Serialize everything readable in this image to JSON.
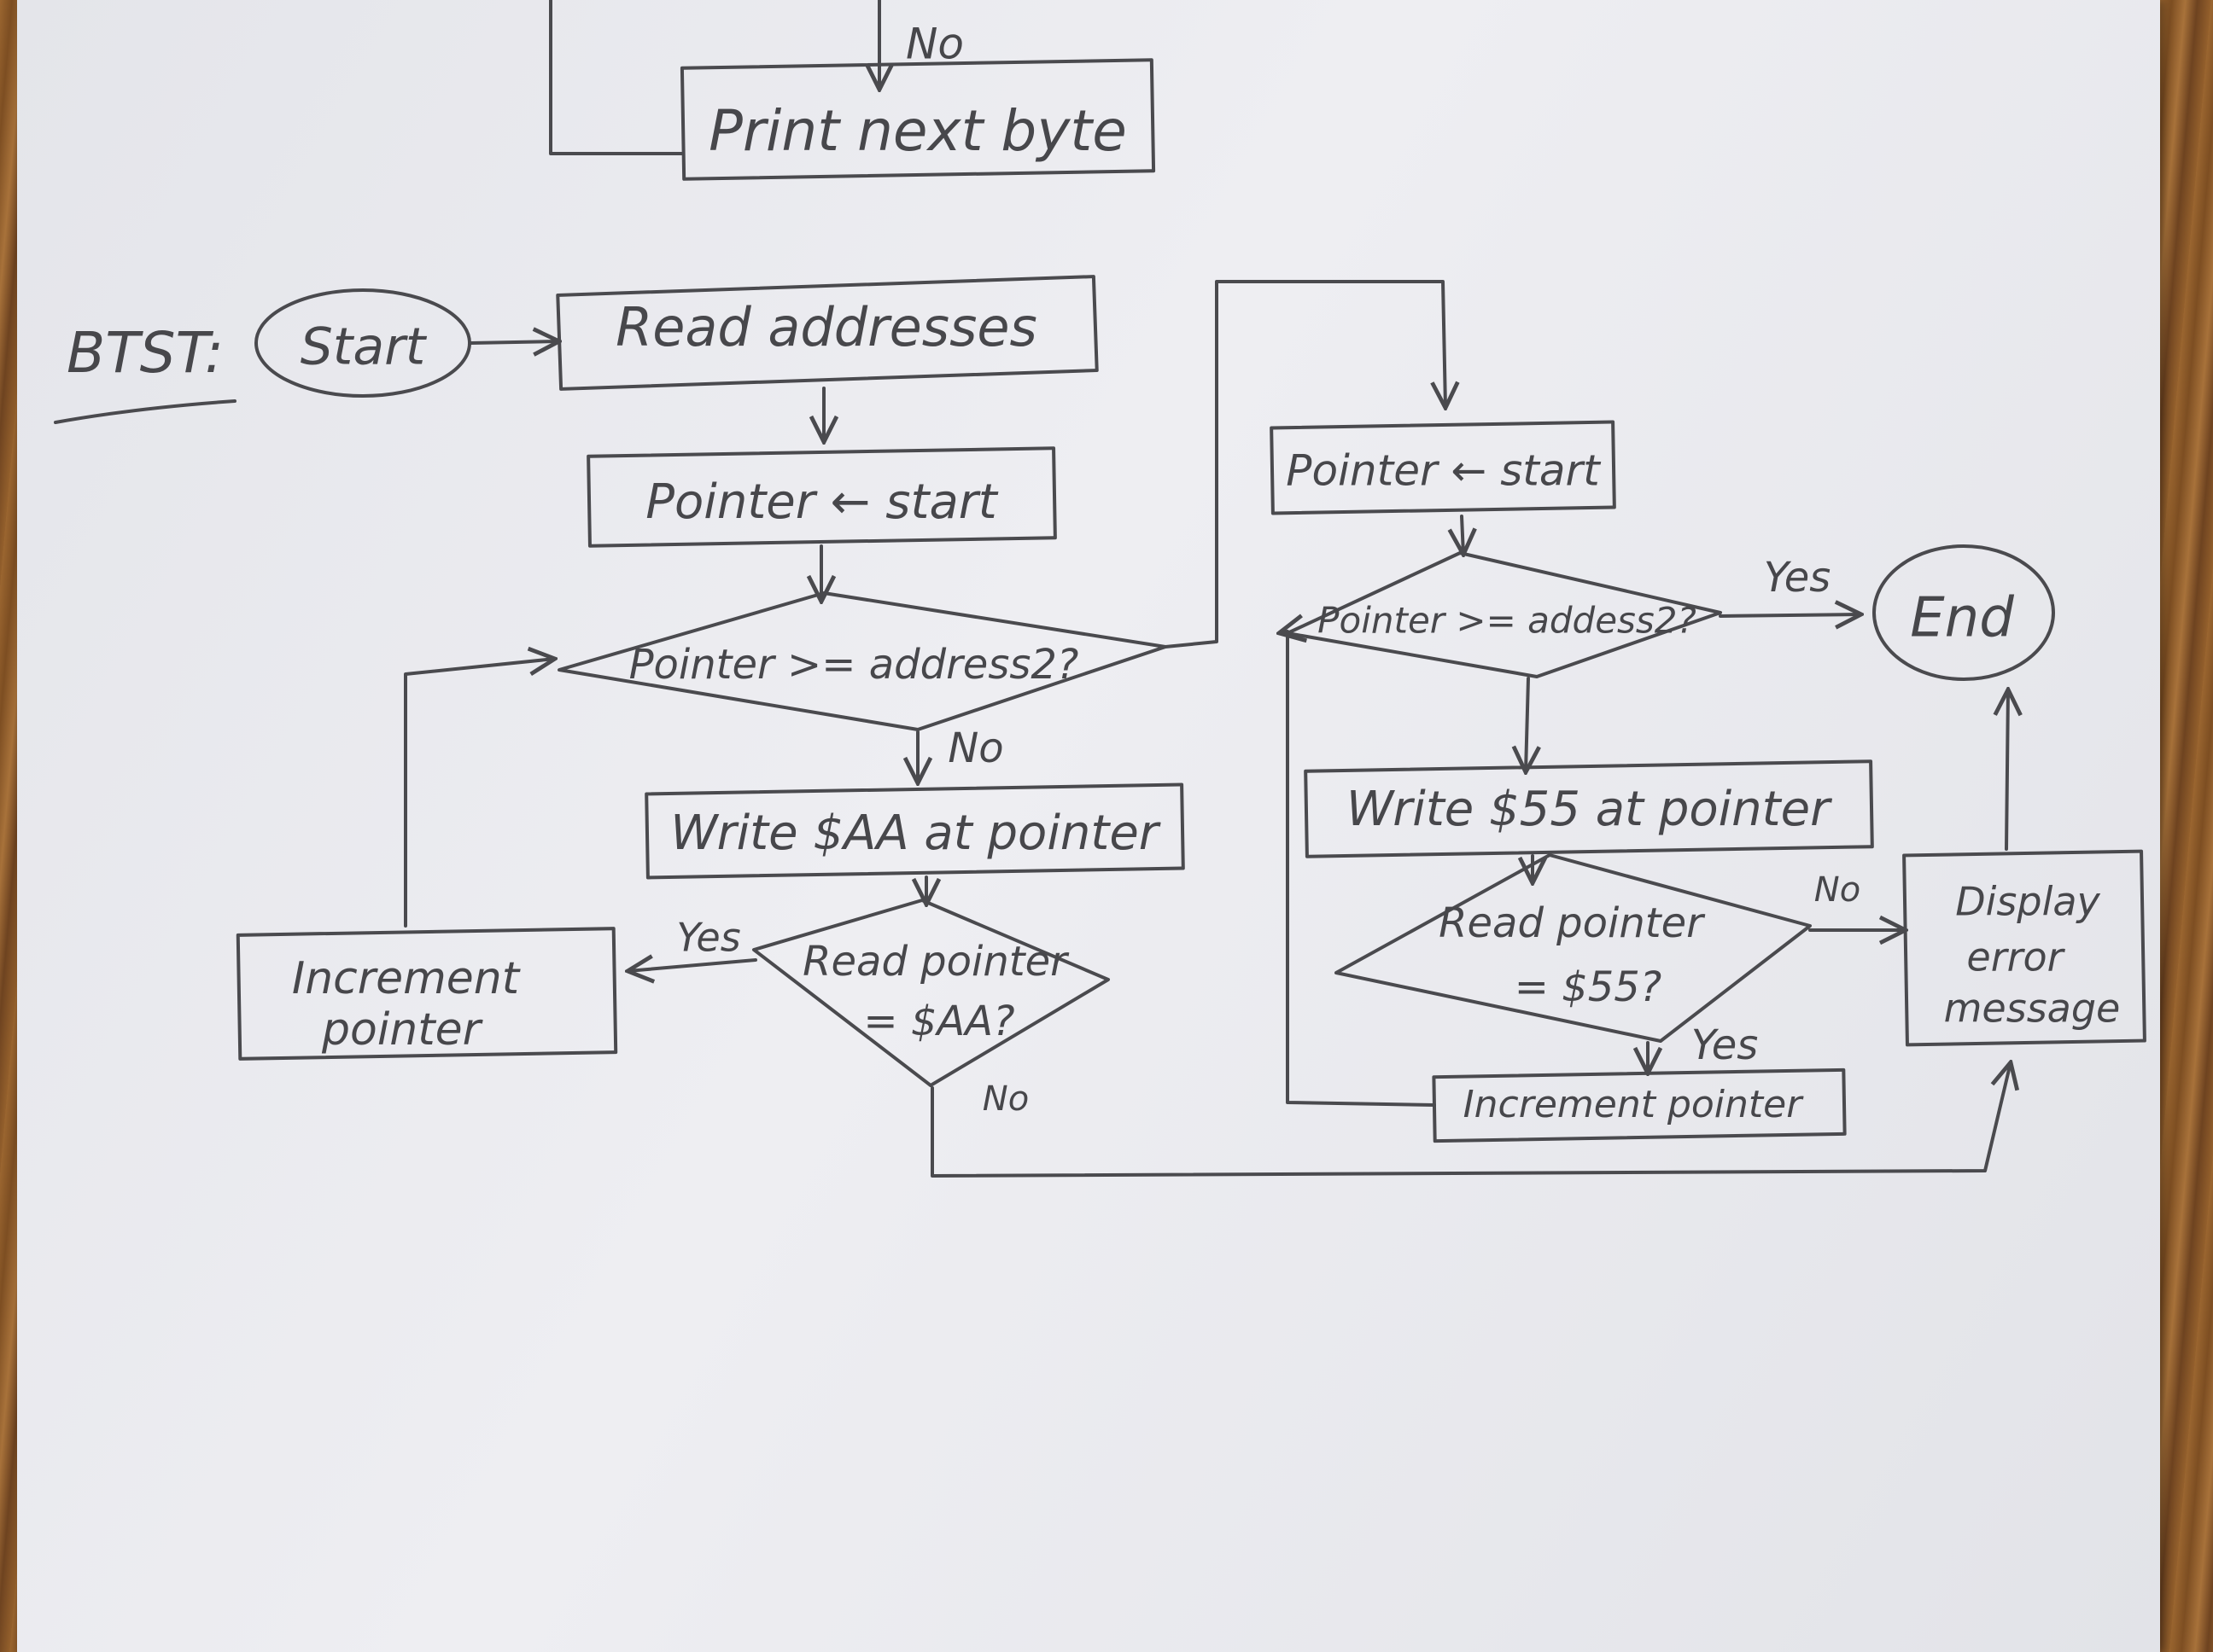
{
  "title": "BTST:",
  "nodes": {
    "print_next_byte": "Print next byte",
    "start": "Start",
    "read_addresses": "Read addresses",
    "pointer_start_1": "Pointer ← start",
    "cmp_1": "Pointer >= address2?",
    "write_aa": "Write $AA at pointer",
    "read_aa_l1": "Read pointer",
    "read_aa_l2": "= $AA?",
    "increment_1_l1": "Increment",
    "increment_1_l2": "pointer",
    "pointer_start_2": "Pointer ← start",
    "cmp_2": "Pointer >= addess2?",
    "end": "End",
    "write_55": "Write $55 at pointer",
    "read_55_l1": "Read pointer",
    "read_55_l2": "= $55?",
    "increment_2": "Increment pointer",
    "error_l1": "Display",
    "error_l2": "error",
    "error_l3": "message"
  },
  "edge_labels": {
    "no_top": "No",
    "no_cmp1": "No",
    "yes_readaa": "Yes",
    "no_readaa": "No",
    "yes_cmp2": "Yes",
    "no_read55": "No",
    "yes_read55": "Yes"
  }
}
